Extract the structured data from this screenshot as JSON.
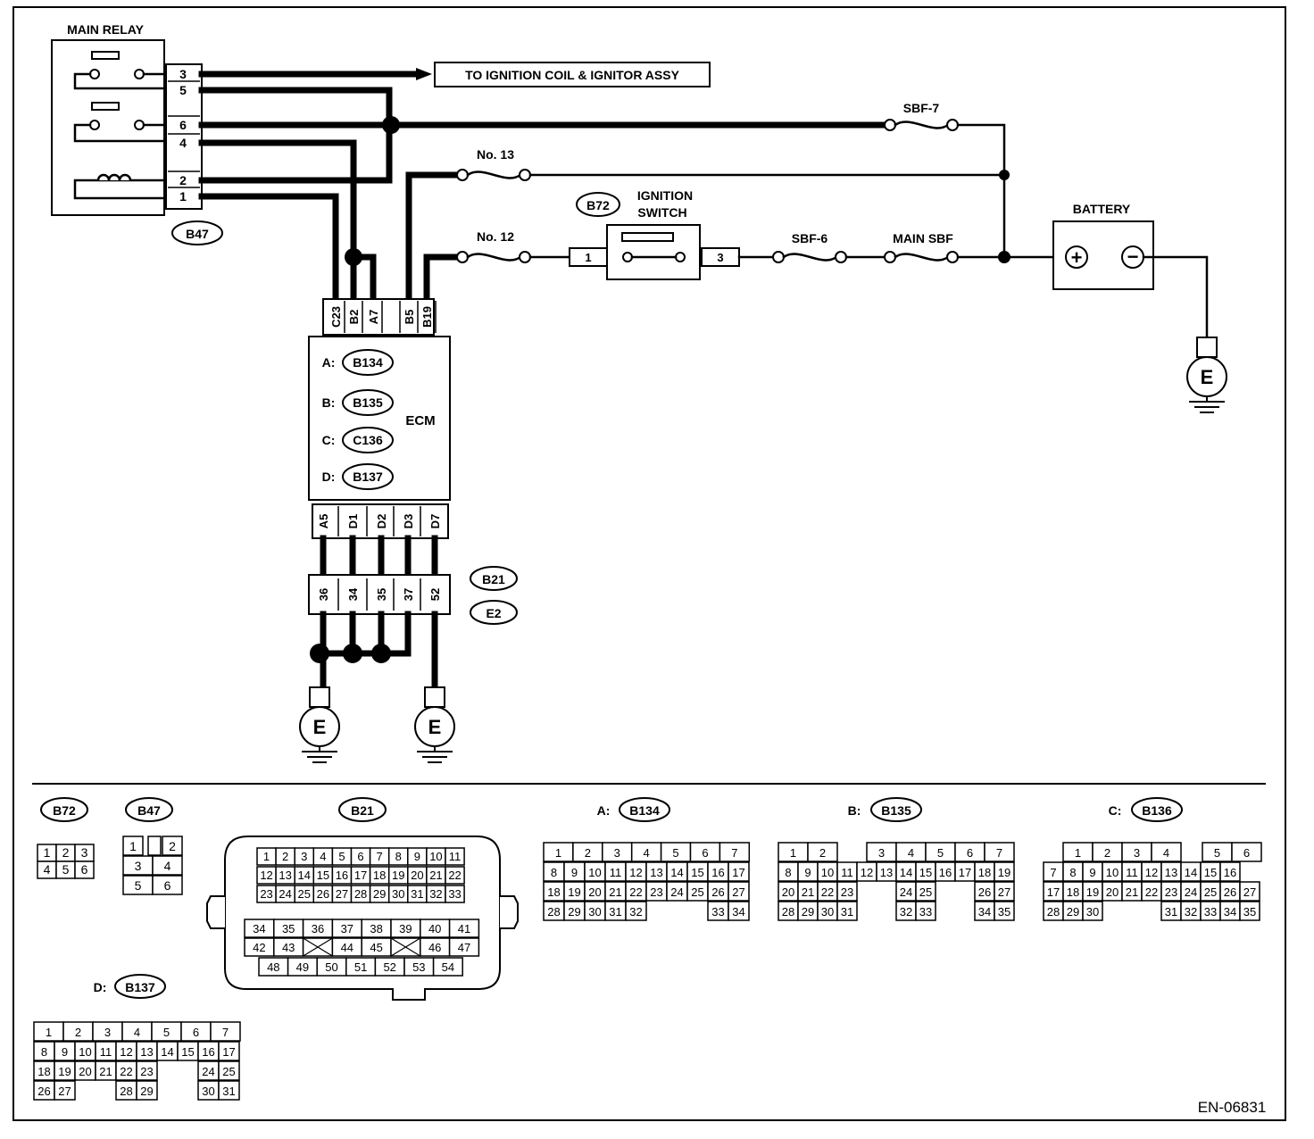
{
  "figure_id": "EN-06831",
  "main_relay": {
    "title": "MAIN RELAY",
    "connector": "B47",
    "terminals": [
      "3",
      "5",
      "6",
      "4",
      "2",
      "1"
    ]
  },
  "destination_label": "TO IGNITION COIL & IGNITOR ASSY",
  "fuses": {
    "sbf7": "SBF-7",
    "no13": "No. 13",
    "no12": "No. 12",
    "sbf6": "SBF-6",
    "main_sbf": "MAIN SBF"
  },
  "ignition_switch": {
    "connector": "B72",
    "label_line1": "IGNITION",
    "label_line2": "SWITCH",
    "terminal_in": "1",
    "terminal_out": "3"
  },
  "battery": {
    "label": "BATTERY",
    "plus": "+",
    "minus": "−"
  },
  "ground_label": "E",
  "ecm": {
    "label": "ECM",
    "top_pins": [
      "C23",
      "B2",
      "A7",
      "",
      "B5",
      "B19"
    ],
    "bottom_pins": [
      "A5",
      "D1",
      "D2",
      "D3",
      "D7"
    ],
    "connectors": [
      {
        "letter": "A:",
        "id": "B134"
      },
      {
        "letter": "B:",
        "id": "B135"
      },
      {
        "letter": "C:",
        "id": "C136"
      },
      {
        "letter": "D:",
        "id": "B137"
      }
    ]
  },
  "joint_connector": {
    "pins": [
      "36",
      "34",
      "35",
      "37",
      "52"
    ],
    "ids": [
      "B21",
      "E2"
    ]
  },
  "connector_views": {
    "b72": {
      "id": "B72"
    },
    "b47": {
      "id": "B47"
    },
    "b21": {
      "id": "B21"
    },
    "a": {
      "letter": "A:",
      "id": "B134"
    },
    "b": {
      "letter": "B:",
      "id": "B135"
    },
    "c": {
      "letter": "C:",
      "id": "B136"
    },
    "d": {
      "letter": "D:",
      "id": "B137"
    }
  },
  "pinouts": {
    "b72": [
      [
        "1",
        "2",
        "3"
      ],
      [
        "4",
        "5",
        "6"
      ]
    ],
    "b47": [
      [
        "1",
        "",
        "2"
      ],
      [
        "",
        "3",
        "4"
      ],
      [
        "",
        "5",
        "6"
      ]
    ],
    "b21": [
      [
        "1",
        "2",
        "3",
        "4",
        "5",
        "6",
        "7",
        "8",
        "9",
        "10",
        "11"
      ],
      [
        "12",
        "13",
        "14",
        "15",
        "16",
        "17",
        "18",
        "19",
        "20",
        "21",
        "22"
      ],
      [
        "23",
        "24",
        "25",
        "26",
        "27",
        "28",
        "29",
        "30",
        "31",
        "32",
        "33"
      ],
      [
        "34",
        "35",
        "36",
        "37",
        "38",
        "39",
        "40",
        "41"
      ],
      [
        "42",
        "43",
        "X",
        "44",
        "45",
        "X",
        "46",
        "47"
      ],
      [
        "48",
        "49",
        "50",
        "51",
        "52",
        "53",
        "54"
      ]
    ],
    "b134": [
      [
        "1",
        "2",
        "3",
        "4",
        "5",
        "6",
        "7"
      ],
      [
        "8",
        "9",
        "10",
        "11",
        "12",
        "13",
        "14",
        "15",
        "16",
        "17"
      ],
      [
        "18",
        "19",
        "20",
        "21",
        "22",
        "23",
        "24",
        "25",
        "26",
        "27"
      ],
      [
        "28",
        "29",
        "30",
        "31",
        "32",
        "",
        "",
        "",
        "33",
        "34"
      ]
    ],
    "b135": [
      [
        "1",
        "2",
        "",
        "3",
        "4",
        "5",
        "6",
        "7"
      ],
      [
        "8",
        "9",
        "10",
        "11",
        "12",
        "13",
        "14",
        "15",
        "16",
        "17",
        "18",
        "19"
      ],
      [
        "20",
        "21",
        "22",
        "23",
        "",
        "",
        "24",
        "25",
        "",
        "",
        "26",
        "27"
      ],
      [
        "28",
        "29",
        "30",
        "31",
        "",
        "",
        "32",
        "33",
        "",
        "",
        "34",
        "35"
      ]
    ],
    "b136": [
      [
        "",
        "1",
        "2",
        "3",
        "4",
        "",
        "5",
        "6"
      ],
      [
        "",
        "7",
        "8",
        "9",
        "10",
        "11",
        "12",
        "13",
        "14",
        "15",
        "16"
      ],
      [
        "17",
        "18",
        "19",
        "20",
        "21",
        "22",
        "23",
        "24",
        "25",
        "26",
        "27"
      ],
      [
        "28",
        "29",
        "30",
        "",
        "",
        "",
        "31",
        "32",
        "33",
        "34",
        "35"
      ]
    ],
    "b137": [
      [
        "1",
        "2",
        "3",
        "4",
        "5",
        "6",
        "7"
      ],
      [
        "8",
        "9",
        "10",
        "11",
        "12",
        "13",
        "14",
        "15",
        "16",
        "17"
      ],
      [
        "18",
        "19",
        "20",
        "21",
        "22",
        "23",
        "",
        "",
        "24",
        "25"
      ],
      [
        "26",
        "27",
        "",
        "",
        "28",
        "29",
        "",
        "",
        "30",
        "31"
      ]
    ]
  }
}
